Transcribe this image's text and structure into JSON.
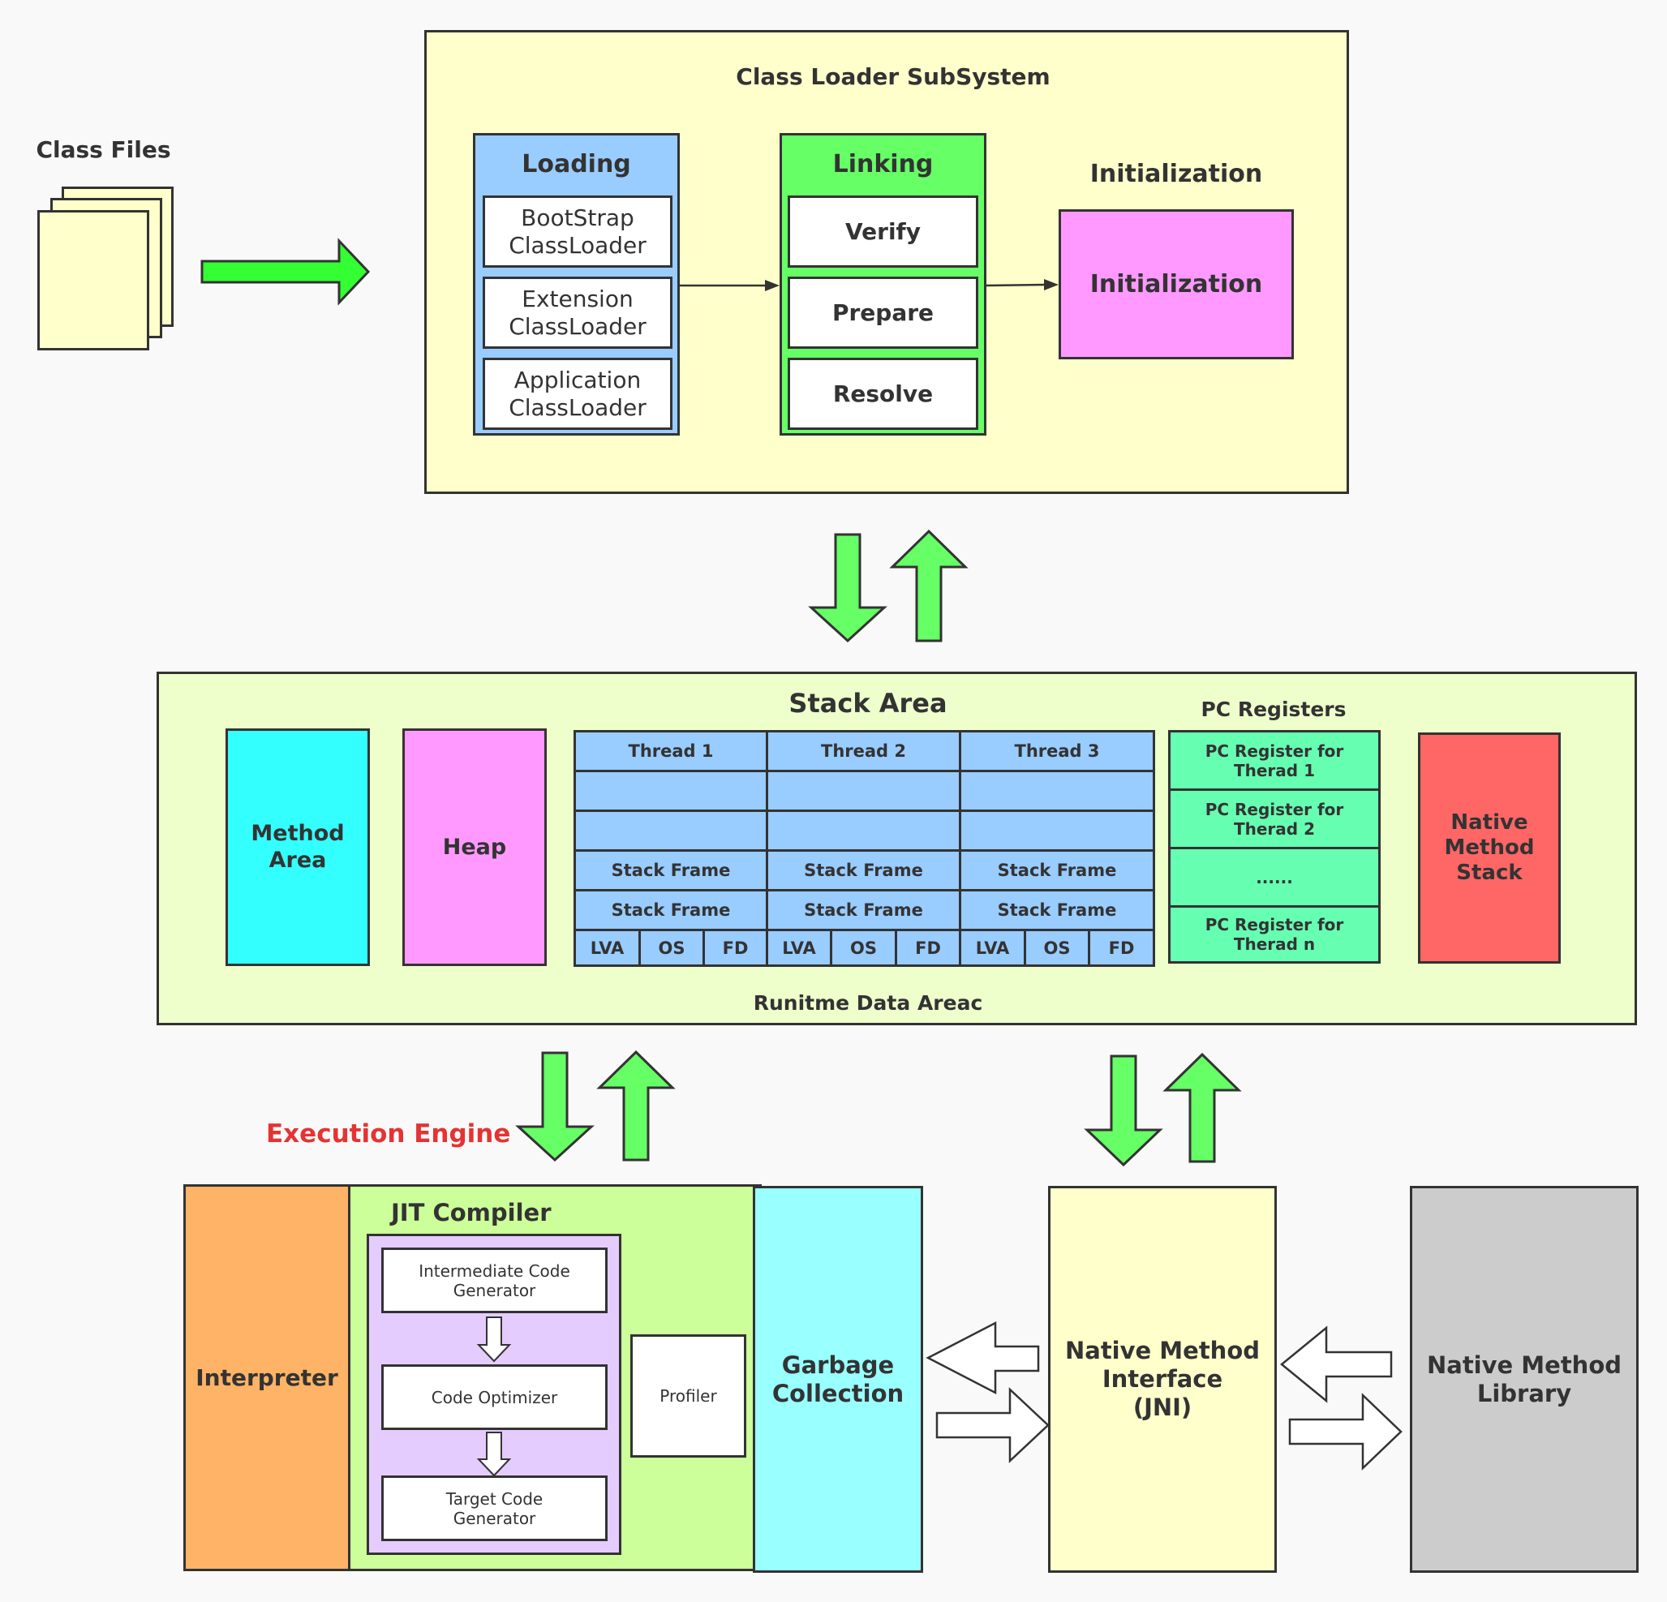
{
  "class_files": {
    "label": "Class Files"
  },
  "class_loader": {
    "title": "Class Loader SubSystem",
    "loading": {
      "title": "Loading",
      "items": [
        "BootStrap\nClassLoader",
        "Extension\nClassLoader",
        "Application\nClassLoader"
      ]
    },
    "linking": {
      "title": "Linking",
      "items": [
        "Verify",
        "Prepare",
        "Resolve"
      ]
    },
    "initialization": {
      "title": "Initialization",
      "box": "Initialization"
    }
  },
  "runtime": {
    "title": "Stack Area",
    "footer": "Runitme Data Areac",
    "method_area": "Method\nArea",
    "heap": "Heap",
    "threads": [
      {
        "name": "Thread 1",
        "frames": [
          "Stack Frame",
          "Stack Frame"
        ],
        "cells": [
          "LVA",
          "OS",
          "FD"
        ]
      },
      {
        "name": "Thread 2",
        "frames": [
          "Stack Frame",
          "Stack Frame"
        ],
        "cells": [
          "LVA",
          "OS",
          "FD"
        ]
      },
      {
        "name": "Thread 3",
        "frames": [
          "Stack Frame",
          "Stack Frame"
        ],
        "cells": [
          "LVA",
          "OS",
          "FD"
        ]
      }
    ],
    "pc_registers": {
      "title": "PC Registers",
      "items": [
        "PC Register for\nTherad 1",
        "PC Register for\nTherad 2",
        "......",
        "PC Register for\nTherad n"
      ]
    },
    "native_stack": "Native\nMethod\nStack"
  },
  "execution_engine": {
    "title": "Execution Engine",
    "interpreter": "Interpreter",
    "jit": {
      "title": "JIT Compiler",
      "steps": [
        "Intermediate Code\nGenerator",
        "Code Optimizer",
        "Target Code\nGenerator"
      ],
      "profiler": "Profiler"
    },
    "gc": "Garbage\nCollection"
  },
  "native_interface": "Native Method\nInterface\n(JNI)",
  "native_library": "Native Method\nLibrary",
  "colors": {
    "yellow": "#ffffcc",
    "blue": "#99ccff",
    "green": "#66ff66",
    "magenta": "#ff99ff",
    "light_green": "#eeffcc",
    "cyan": "#33ffff",
    "teal": "#66ffb2",
    "red": "#ff6666",
    "orange": "#ffb366",
    "lime": "#ccff99",
    "lavender": "#e5ccff",
    "aqua": "#99ffff",
    "gray": "#cccccc",
    "accent_red": "#e53333"
  }
}
